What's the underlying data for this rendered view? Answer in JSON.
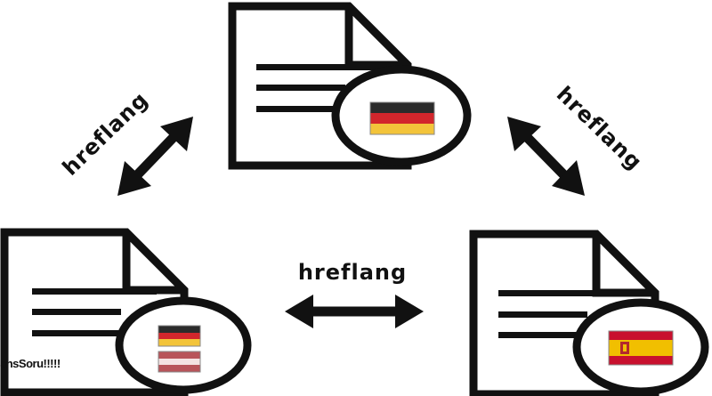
{
  "labels": {
    "left": "hreflang",
    "right": "hreflang",
    "bottom": "hreflang"
  },
  "overlay_text": "ansSoru!!!!!",
  "colors": {
    "stroke": "#111111",
    "de_black": "#2b2b2b",
    "de_red": "#d2262c",
    "de_gold": "#f3c43a",
    "es_red": "#c8102e",
    "es_yellow": "#f1bf00",
    "at_red": "#b8545a",
    "at_white": "#f4e2e2"
  },
  "documents": [
    {
      "name": "german",
      "flags": [
        "de-flag"
      ]
    },
    {
      "name": "german-austria",
      "flags": [
        "de-flag",
        "at-flag"
      ]
    },
    {
      "name": "spanish",
      "flags": [
        "es-flag"
      ]
    }
  ]
}
